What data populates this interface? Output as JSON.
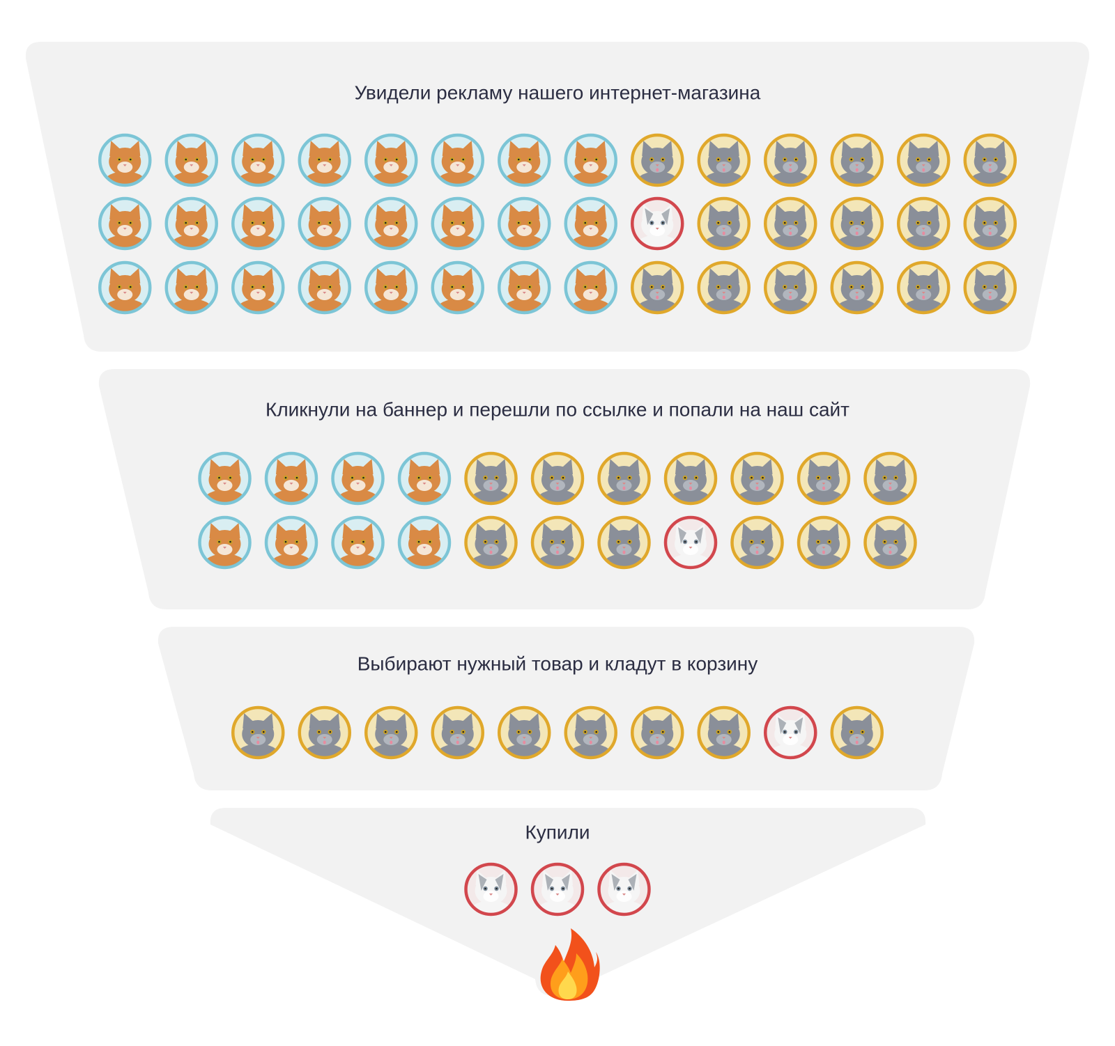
{
  "stages": [
    {
      "title": "Увидели рекламу нашего интернет-магазина",
      "rows": [
        [
          "ginger",
          "ginger",
          "ginger",
          "ginger",
          "ginger",
          "ginger",
          "ginger",
          "ginger",
          "gray",
          "gray",
          "gray",
          "gray",
          "gray",
          "gray"
        ],
        [
          "ginger",
          "ginger",
          "ginger",
          "ginger",
          "ginger",
          "ginger",
          "ginger",
          "ginger",
          "white",
          "gray",
          "gray",
          "gray",
          "gray",
          "gray"
        ],
        [
          "ginger",
          "ginger",
          "ginger",
          "ginger",
          "ginger",
          "ginger",
          "ginger",
          "ginger",
          "gray",
          "gray",
          "gray",
          "gray",
          "gray",
          "gray"
        ]
      ]
    },
    {
      "title": "Кликнули на баннер и перешли по ссылке и попали на наш сайт",
      "rows": [
        [
          "ginger",
          "ginger",
          "ginger",
          "ginger",
          "gray",
          "gray",
          "gray",
          "gray",
          "gray",
          "gray",
          "gray"
        ],
        [
          "ginger",
          "ginger",
          "ginger",
          "ginger",
          "gray",
          "gray",
          "gray",
          "white",
          "gray",
          "gray",
          "gray"
        ]
      ]
    },
    {
      "title": "Выбирают нужный товар и кладут в корзину",
      "rows": [
        [
          "gray",
          "gray",
          "gray",
          "gray",
          "gray",
          "gray",
          "gray",
          "gray",
          "white",
          "gray"
        ]
      ]
    },
    {
      "title": "Купили",
      "rows": [
        [
          "white",
          "white",
          "white"
        ]
      ]
    }
  ],
  "cat_types": {
    "ginger": {
      "icon": "ginger-cat-avatar",
      "ring": "#7cc5d6",
      "bg": "#d9eef2",
      "fur": "#d98a45",
      "muzzle": "#f7efe6"
    },
    "gray": {
      "icon": "gray-cat-avatar",
      "ring": "#e0a82b",
      "bg": "#f3e6b8",
      "fur": "#8a8f99",
      "muzzle": "#b5bac2"
    },
    "white": {
      "icon": "white-cat-avatar",
      "ring": "#d2474d",
      "bg": "#f3e9e9",
      "fur": "#f5f5f5",
      "muzzle": "#ffffff"
    }
  },
  "panel_color": "#f2f2f2",
  "title_color": "#2b2d42",
  "fire_icon": "fire-icon"
}
